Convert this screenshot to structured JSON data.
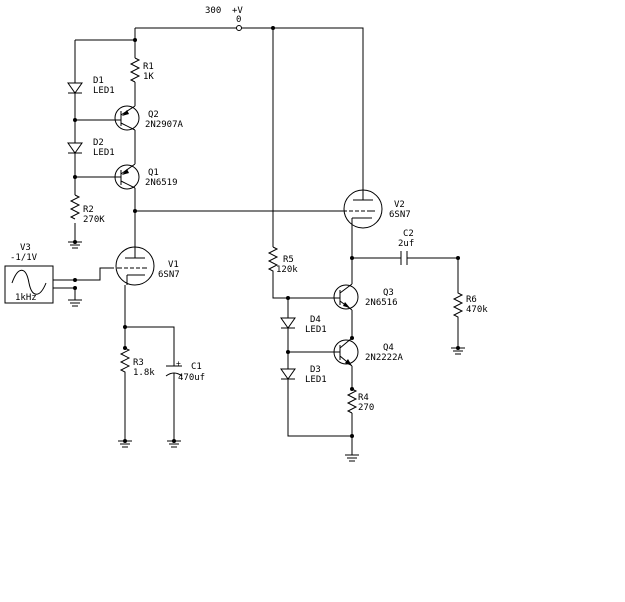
{
  "supply": {
    "label": "300",
    "sym": "+V",
    "node": "0"
  },
  "components": {
    "D1": {
      "ref": "D1",
      "value": "LED1"
    },
    "D2": {
      "ref": "D2",
      "value": "LED1"
    },
    "D3": {
      "ref": "D3",
      "value": "LED1"
    },
    "D4": {
      "ref": "D4",
      "value": "LED1"
    },
    "R1": {
      "ref": "R1",
      "value": "1K"
    },
    "R2": {
      "ref": "R2",
      "value": "270K"
    },
    "R3": {
      "ref": "R3",
      "value": "1.8k"
    },
    "R4": {
      "ref": "R4",
      "value": "270"
    },
    "R5": {
      "ref": "R5",
      "value": "120k"
    },
    "R6": {
      "ref": "R6",
      "value": "470k"
    },
    "Q1": {
      "ref": "Q1",
      "value": "2N6519"
    },
    "Q2": {
      "ref": "Q2",
      "value": "2N2907A"
    },
    "Q3": {
      "ref": "Q3",
      "value": "2N6516"
    },
    "Q4": {
      "ref": "Q4",
      "value": "2N2222A"
    },
    "V1": {
      "ref": "V1",
      "value": "6SN7"
    },
    "V2": {
      "ref": "V2",
      "value": "6SN7"
    },
    "V3": {
      "ref": "V3",
      "value": "-1/1V",
      "freq": "1kHz"
    },
    "C1": {
      "ref": "C1",
      "value": "470uf"
    },
    "C2": {
      "ref": "C2",
      "value": "2uf"
    }
  }
}
